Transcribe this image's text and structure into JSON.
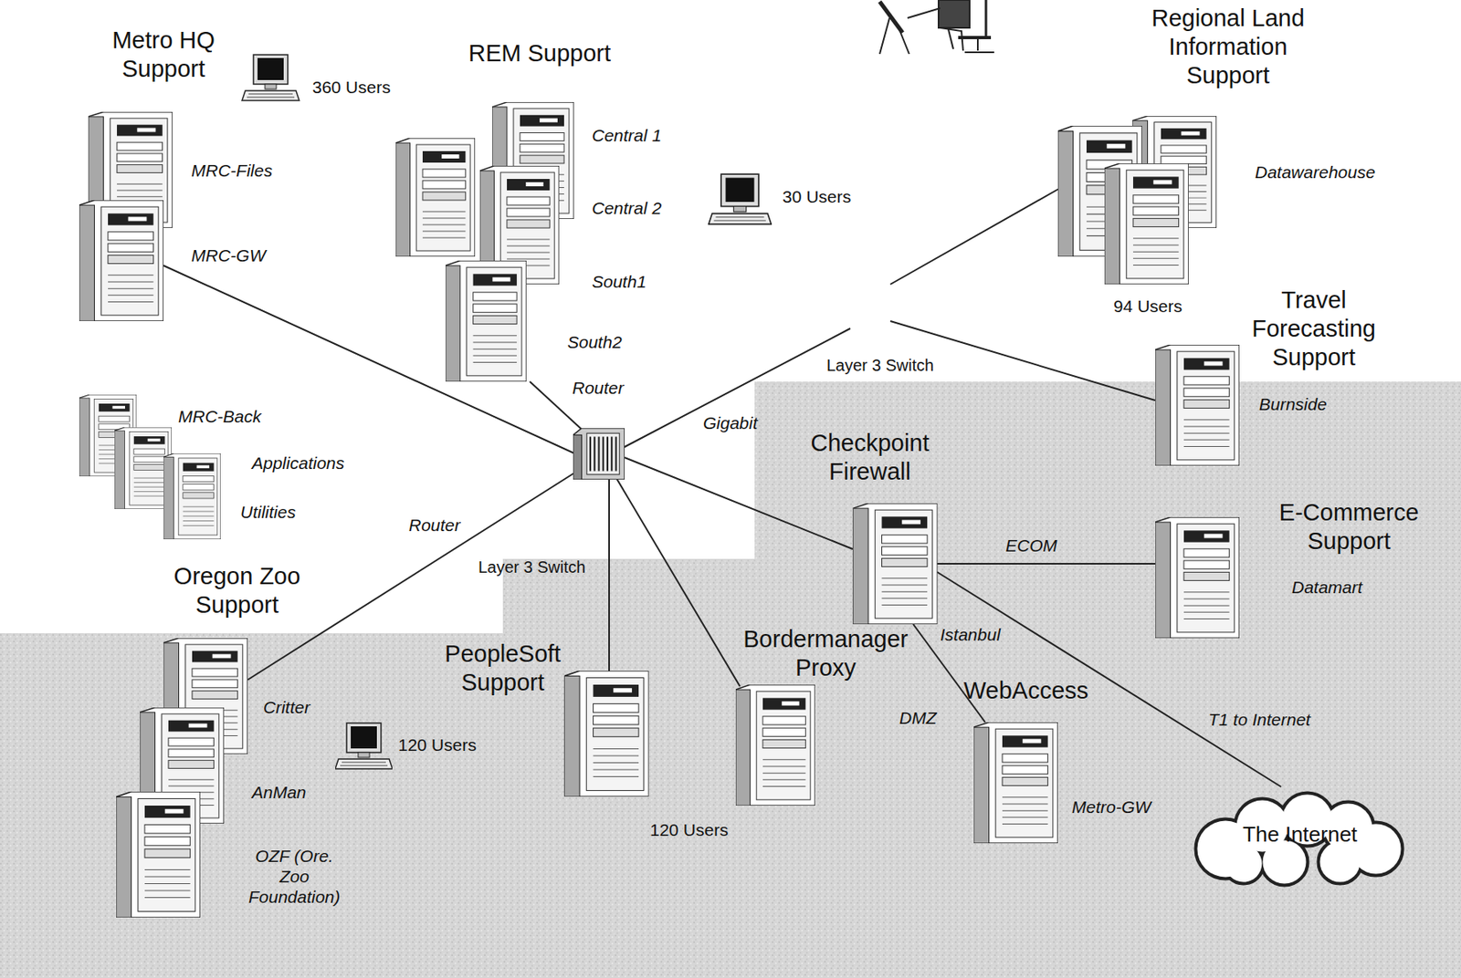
{
  "diagram": {
    "nodes": [
      {
        "text": [
          "Metro HQ Support",
          "MRC-Files",
          "MRC-GW"
        ]
      },
      {
        "text": [
          "REM Support",
          "Central 1",
          "Central 2",
          "South1",
          "South2"
        ]
      },
      {
        "text": [
          "Regional Land Information Support",
          "Datawarehouse"
        ]
      },
      {
        "text": [
          "MRC-Back",
          "Applications",
          "Utilities"
        ]
      },
      {
        "text": [
          "Layer 3 Switch"
        ]
      },
      {
        "text": [
          "Travel Forecasting Support",
          "Burnside"
        ]
      },
      {
        "text": [
          "Layer 3 Switch"
        ]
      },
      {
        "text": [
          "Checkpoint Firewall",
          "Istanbul"
        ]
      },
      {
        "text": [
          "E-Commerce Support",
          "Datamart"
        ]
      },
      {
        "text": [
          "Oregon Zoo Support",
          "Critter",
          "AnMan",
          "OZF (Ore. Zoo Foundation)"
        ]
      },
      {
        "text": [
          "PeopleSoft Support"
        ]
      },
      {
        "text": [
          "Bordermanager Proxy"
        ]
      },
      {
        "text": [
          "WebAccess",
          "Metro-GW"
        ]
      },
      {
        "text": [
          "The Internet"
        ]
      }
    ],
    "edges": [
      {
        "from": 0,
        "to": 6,
        "arrow": "none"
      },
      {
        "from": 1,
        "to": 6,
        "label": "Router",
        "arrow": "none"
      },
      {
        "from": 6,
        "to": 4,
        "label": "Gigabit",
        "arrow": "none"
      },
      {
        "from": 4,
        "to": 2,
        "arrow": "none"
      },
      {
        "from": 4,
        "to": 5,
        "arrow": "none"
      },
      {
        "from": 6,
        "to": 7,
        "arrow": "none"
      },
      {
        "from": 6,
        "to": 11,
        "arrow": "none"
      },
      {
        "from": 6,
        "to": 10,
        "arrow": "none"
      },
      {
        "from": 6,
        "to": 9,
        "label": "Router",
        "arrow": "none"
      },
      {
        "from": 7,
        "to": 8,
        "label": "ECOM",
        "arrow": "none"
      },
      {
        "from": 7,
        "to": 12,
        "label": "DMZ",
        "arrow": "none"
      },
      {
        "from": 7,
        "to": 13,
        "label": "T1 to Internet",
        "arrow": "none"
      }
    ],
    "labels": [
      "360 Users",
      "30 Users",
      "94 Users",
      "120 Users",
      "120 Users"
    ]
  }
}
